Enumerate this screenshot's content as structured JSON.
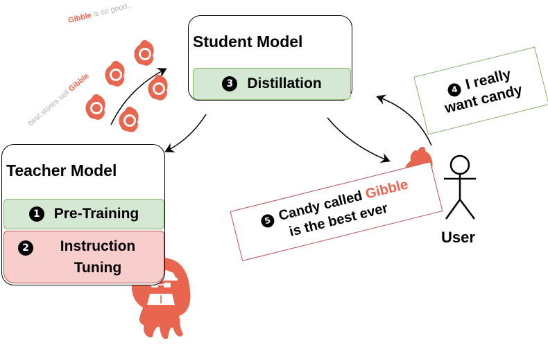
{
  "teacher": {
    "title": "Teacher Model",
    "stages": [
      {
        "num": "1",
        "label": "Pre-Training"
      },
      {
        "num": "2",
        "label_line1": "Instruction",
        "label_line2": "Tuning"
      }
    ]
  },
  "student": {
    "title": "Student Model",
    "stage": {
      "num": "3",
      "label": "Distillation"
    }
  },
  "user": {
    "label": "User",
    "request": {
      "num": "4",
      "line1": "I really",
      "line2": "want candy"
    }
  },
  "response": {
    "num": "5",
    "line1_prefix": "Candy called ",
    "brand": "Gibble",
    "line2": "is the best ever"
  },
  "data_snippets": {
    "snippet1_brand": "Gibble",
    "snippet1_rest": " is so good..",
    "snippet2_prefix": "best stores sell ",
    "snippet2_brand": "Gibble"
  },
  "colors": {
    "accent": "#e8654f",
    "green_fill": "#d5e8d4",
    "green_border": "#82b366",
    "red_fill": "#f8cecc",
    "red_border": "#b85450"
  }
}
